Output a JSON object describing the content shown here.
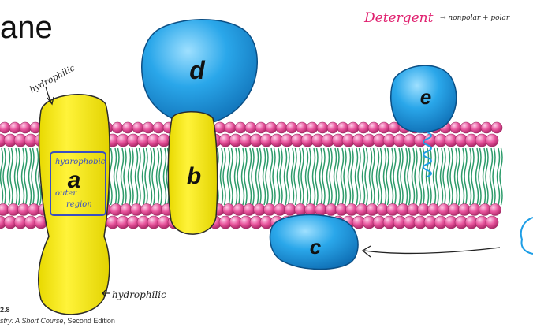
{
  "slide": {
    "title": "ane",
    "figure_number": "2.8",
    "caption_book": "stry: A Short Course",
    "caption_edition": ", Second Edition"
  },
  "proteins": {
    "a": "a",
    "b": "b",
    "c": "c",
    "d": "d",
    "e": "e"
  },
  "annotations": {
    "hydrophilic_top": "hydrophilic",
    "hydrophobic_region": [
      "hydrophobic",
      "outer",
      "region"
    ],
    "hydrophilic_bottom": "hydrophilic",
    "detergent_word": "Detergent",
    "detergent_note": "→ nonpolar + polar"
  },
  "colors": {
    "protein_yellow": "#fbf100",
    "protein_blue": "#1e9ee6",
    "lipid_head": "#e8559d",
    "lipid_tail": "#2c9b6a",
    "ink_black": "#222222",
    "ink_blue": "#3a4fc2",
    "ink_magenta": "#e0206f"
  }
}
